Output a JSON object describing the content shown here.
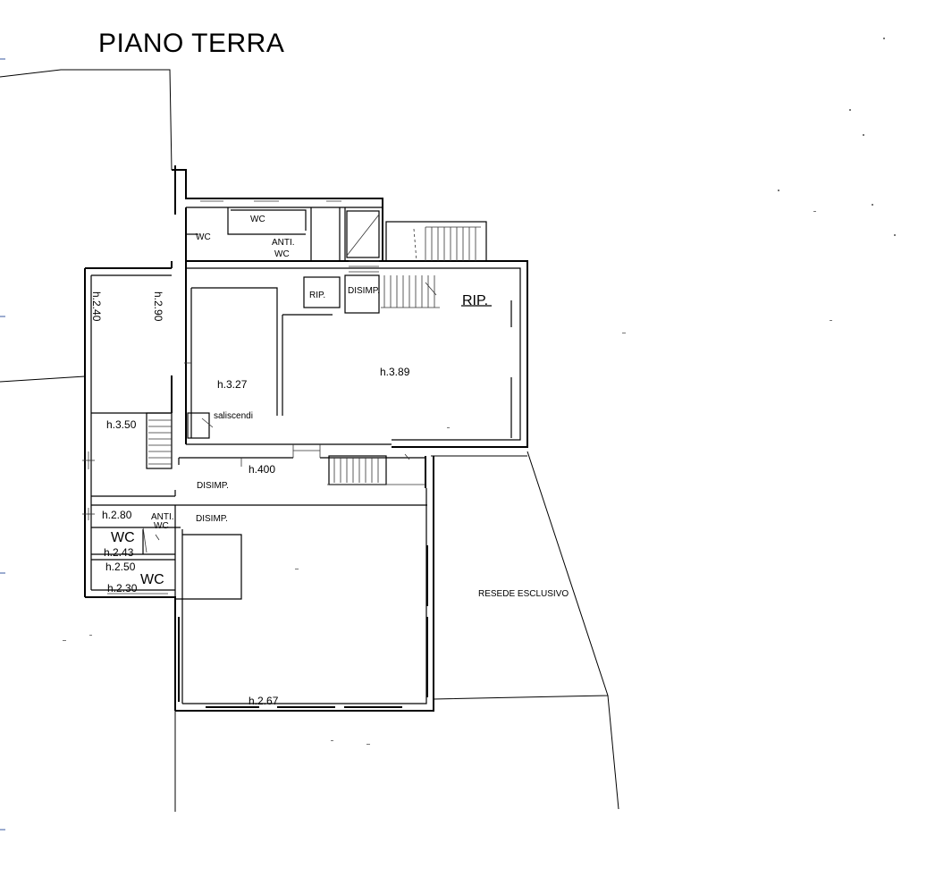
{
  "title": "PIANO TERRA",
  "labels": {
    "wc_top_inner": "WC",
    "wc_top_left": "WC",
    "anti_wc_top_1": "ANTI.",
    "anti_wc_top_2": "WC",
    "rip_small": "RIP.",
    "disimp_top": "DISIMP.",
    "rip_large": "RIP.",
    "h_240": "h.2.40",
    "h_290": "h.2.90",
    "h_327": "h.3.27",
    "h_389": "h.3.89",
    "saliscendi": "saliscendi",
    "h_350": "h.3.50",
    "h_400": "h.400",
    "disimp_mid": "DISIMP.",
    "h_280": "h.2.80",
    "anti_wc_low_1": "ANTI.",
    "anti_wc_low_2": "WC",
    "disimp_low": "DISIMP.",
    "wc_low_1": "WC",
    "h_243": "h.2.43",
    "h_250": "h.2.50",
    "wc_low_2": "WC",
    "h_230": "h.2.30",
    "resede": "RESEDE ESCLUSIVO",
    "h_267": "h.2.67"
  }
}
